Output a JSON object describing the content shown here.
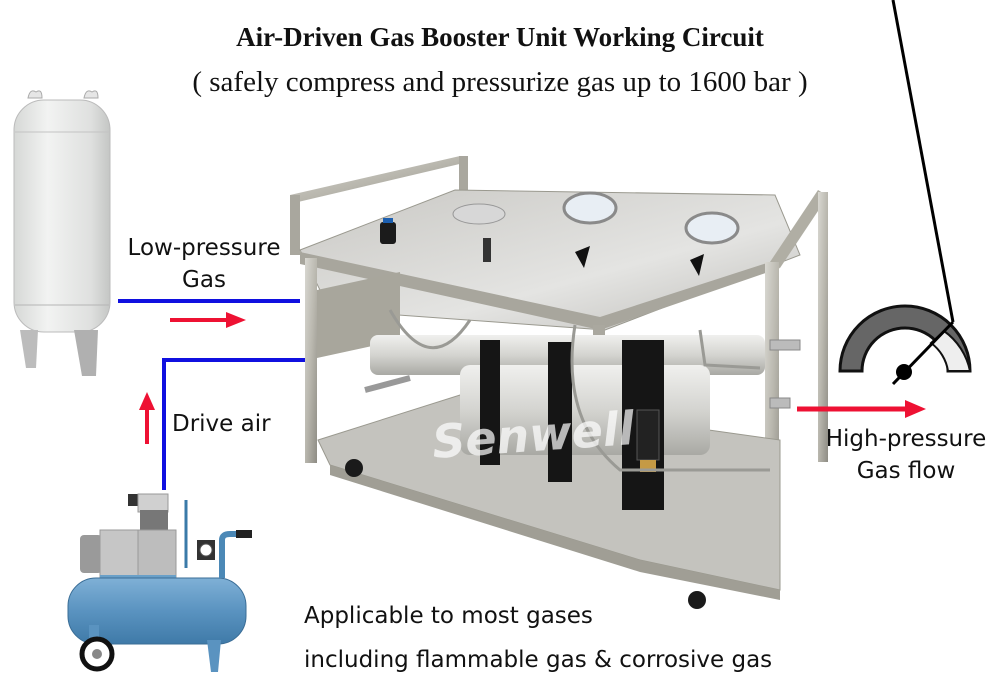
{
  "header": {
    "title": "Air-Driven Gas Booster Unit Working Circuit",
    "subtitle": "( safely compress and pressurize gas up to 1600 bar )"
  },
  "labels": {
    "low_pressure_line1": "Low-pressure",
    "low_pressure_line2": "Gas",
    "drive_air": "Drive air",
    "high_pressure_line1": "High-pressure",
    "high_pressure_line2": "Gas flow",
    "applicable_line1": "Applicable to most gases",
    "applicable_line2": "including flammable gas & corrosive gas",
    "watermark": "Senwell"
  },
  "components": [
    {
      "name": "gas-tank",
      "description": "White vertical low-pressure gas storage tank"
    },
    {
      "name": "air-compressor",
      "description": "Blue air compressor with motor, gauge and wheel"
    },
    {
      "name": "gas-booster-unit",
      "description": "Stainless steel frame cart with air-driven gas booster, three gauges, regulator and valves"
    },
    {
      "name": "pressure-gauge-icon",
      "description": "Gauge icon with needle near high end"
    }
  ],
  "flows": [
    {
      "name": "low-pressure-gas",
      "direction": "right",
      "line_color": "#1010e0",
      "arrow_color": "#ee1133"
    },
    {
      "name": "drive-air",
      "direction": "up",
      "line_color": "#1010e0",
      "arrow_color": "#ee1133"
    },
    {
      "name": "high-pressure-gas",
      "direction": "right",
      "arrow_color": "#ee1133"
    }
  ],
  "colors": {
    "line_blue": "#1010e0",
    "arrow_red": "#ee1133",
    "steel": "#b8b6ae",
    "compressor_blue": "#5a93c0"
  }
}
